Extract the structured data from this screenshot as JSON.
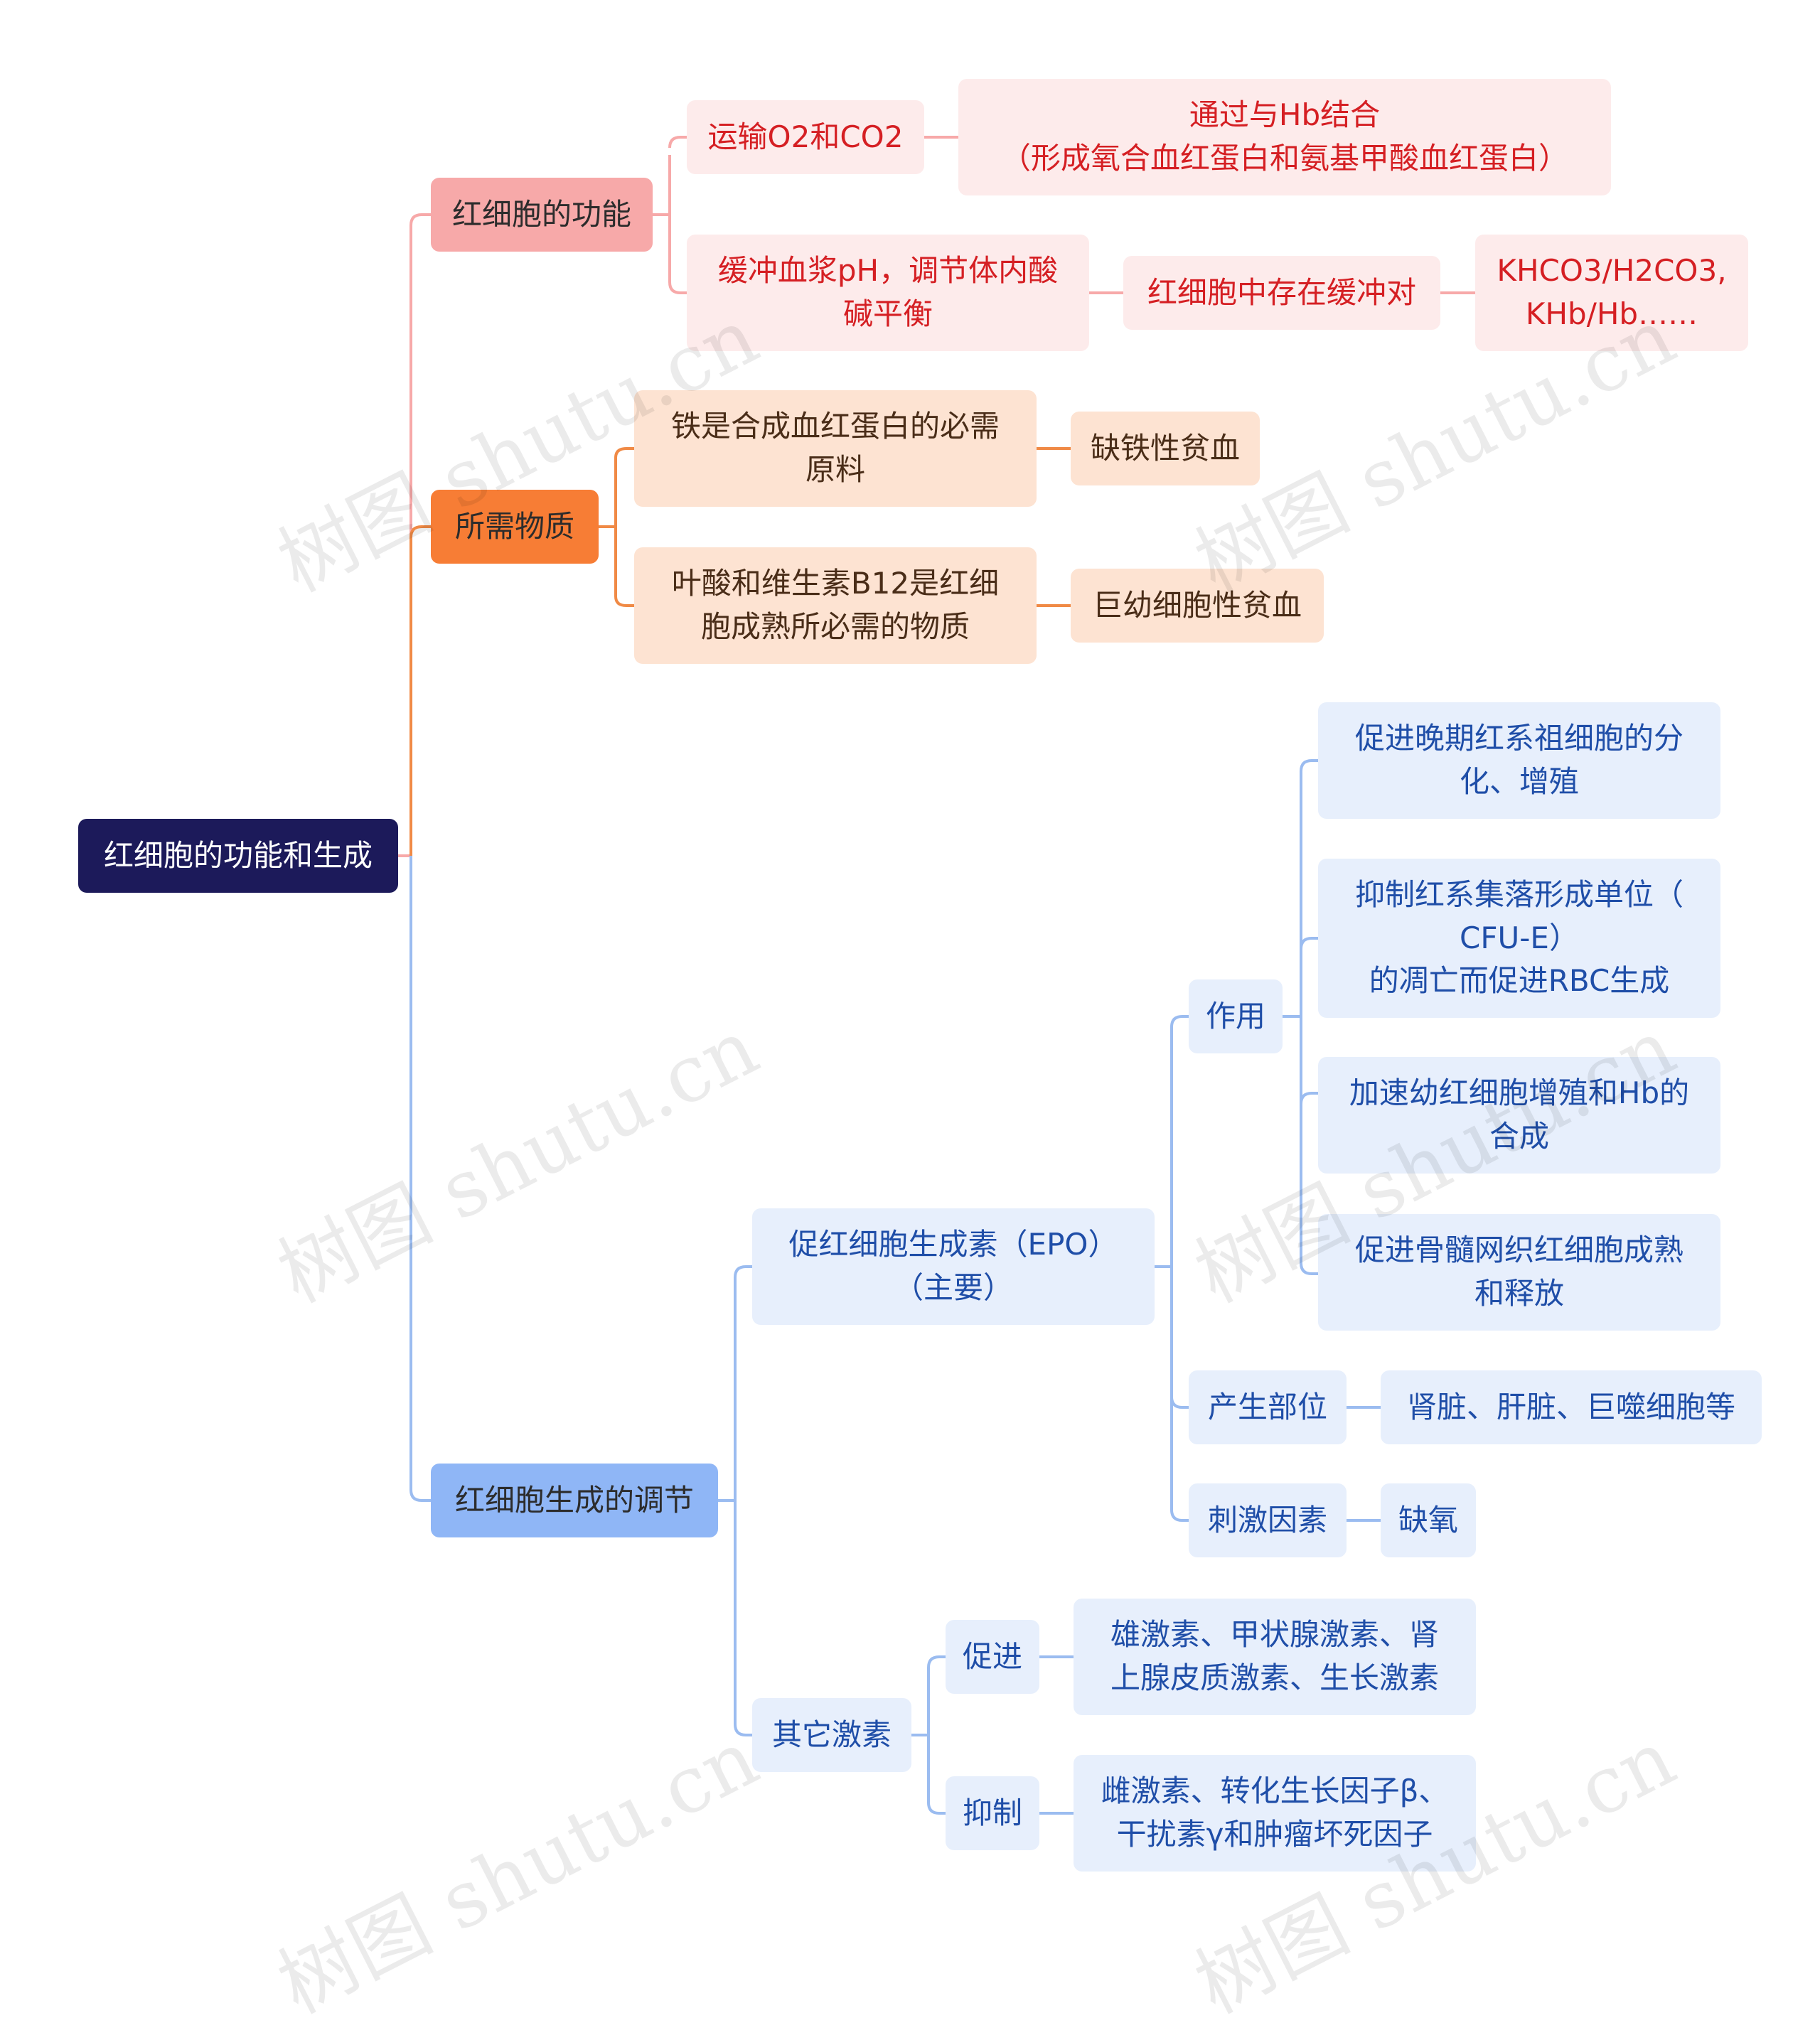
{
  "watermark": "树图 shutu.cn",
  "colors": {
    "branch1": "#f7a9a9",
    "branch2": "#f08a46",
    "branch3": "#9bbcf0"
  },
  "root": "红细胞的功能和生成",
  "function": {
    "title": "红细胞的功能",
    "transport": "运输O2和CO2",
    "transport_detail": "通过与Hb结合\n（形成氧合血红蛋白和氨基甲酸血红蛋白）",
    "buffer": "缓冲血浆pH，调节体内酸\n碱平衡",
    "buffer_pair": "红细胞中存在缓冲对",
    "buffer_examples": "KHCO3/H2CO3,\nKHb/Hb……"
  },
  "materials": {
    "title": "所需物质",
    "iron": "铁是合成血红蛋白的必需\n原料",
    "iron_disease": "缺铁性贫血",
    "folate": "叶酸和维生素B12是红细\n胞成熟所必需的物质",
    "folate_disease": "巨幼细胞性贫血"
  },
  "regulation": {
    "title": "红细胞生成的调节",
    "epo": "促红细胞生成素（EPO）\n（主要）",
    "effect": "作用",
    "effect1": "促进晚期红系祖细胞的分\n化、增殖",
    "effect2": "抑制红系集落形成单位（\nCFU-E）\n的凋亡而促进RBC生成",
    "effect3": "加速幼红细胞增殖和Hb的\n合成",
    "effect4": "促进骨髓网织红细胞成熟\n和释放",
    "site": "产生部位",
    "site_value": "肾脏、肝脏、巨噬细胞等",
    "stimulus": "刺激因素",
    "stimulus_value": "缺氧",
    "other": "其它激素",
    "promote": "促进",
    "promote_value": "雄激素、甲状腺激素、肾\n上腺皮质激素、生长激素",
    "inhibit": "抑制",
    "inhibit_value": "雌激素、转化生长因子β、\n干扰素γ和肿瘤坏死因子"
  }
}
